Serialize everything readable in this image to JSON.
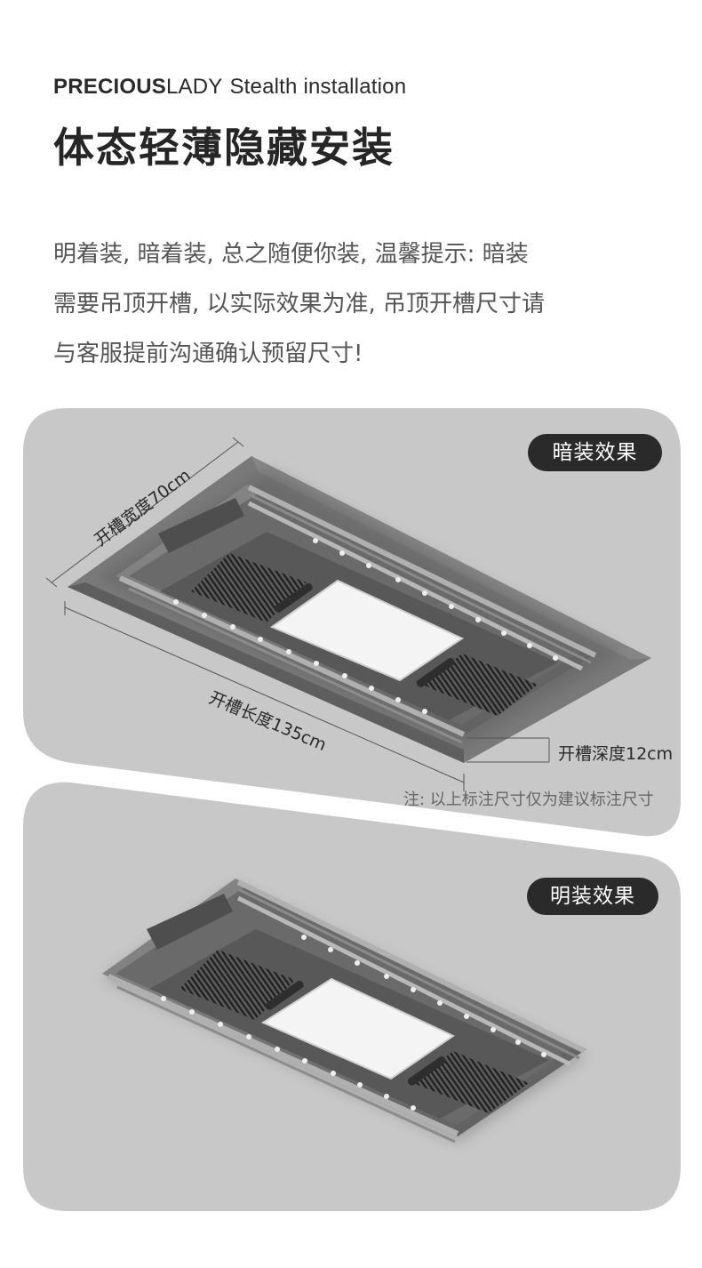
{
  "header": {
    "brand_bold": "PRECIOUS",
    "brand_light": "LADY",
    "brand_subtitle": "Stealth installation",
    "title": "体态轻薄隐藏安装"
  },
  "intro": {
    "lines": [
      "明着装, 暗着装, 总之随便你装, 温馨提示: 暗装",
      "需要吊顶开槽, 以实际效果为准, 吊顶开槽尺寸请",
      "与客服提前沟通确认预留尺寸!"
    ]
  },
  "recessed_card": {
    "badge": "暗装效果",
    "width_label": "开槽宽度70cm",
    "length_label": "开槽长度135cm",
    "depth_label": "开槽深度12cm",
    "note": "注: 以上标注尺寸仅为建议标注尺寸"
  },
  "surface_card": {
    "badge": "明装效果"
  },
  "colors": {
    "card_bg": "#c8c8c8",
    "badge_bg": "#2a2a2a",
    "recess": "#6e6e6e",
    "panel_light": "#f2f2f2"
  }
}
